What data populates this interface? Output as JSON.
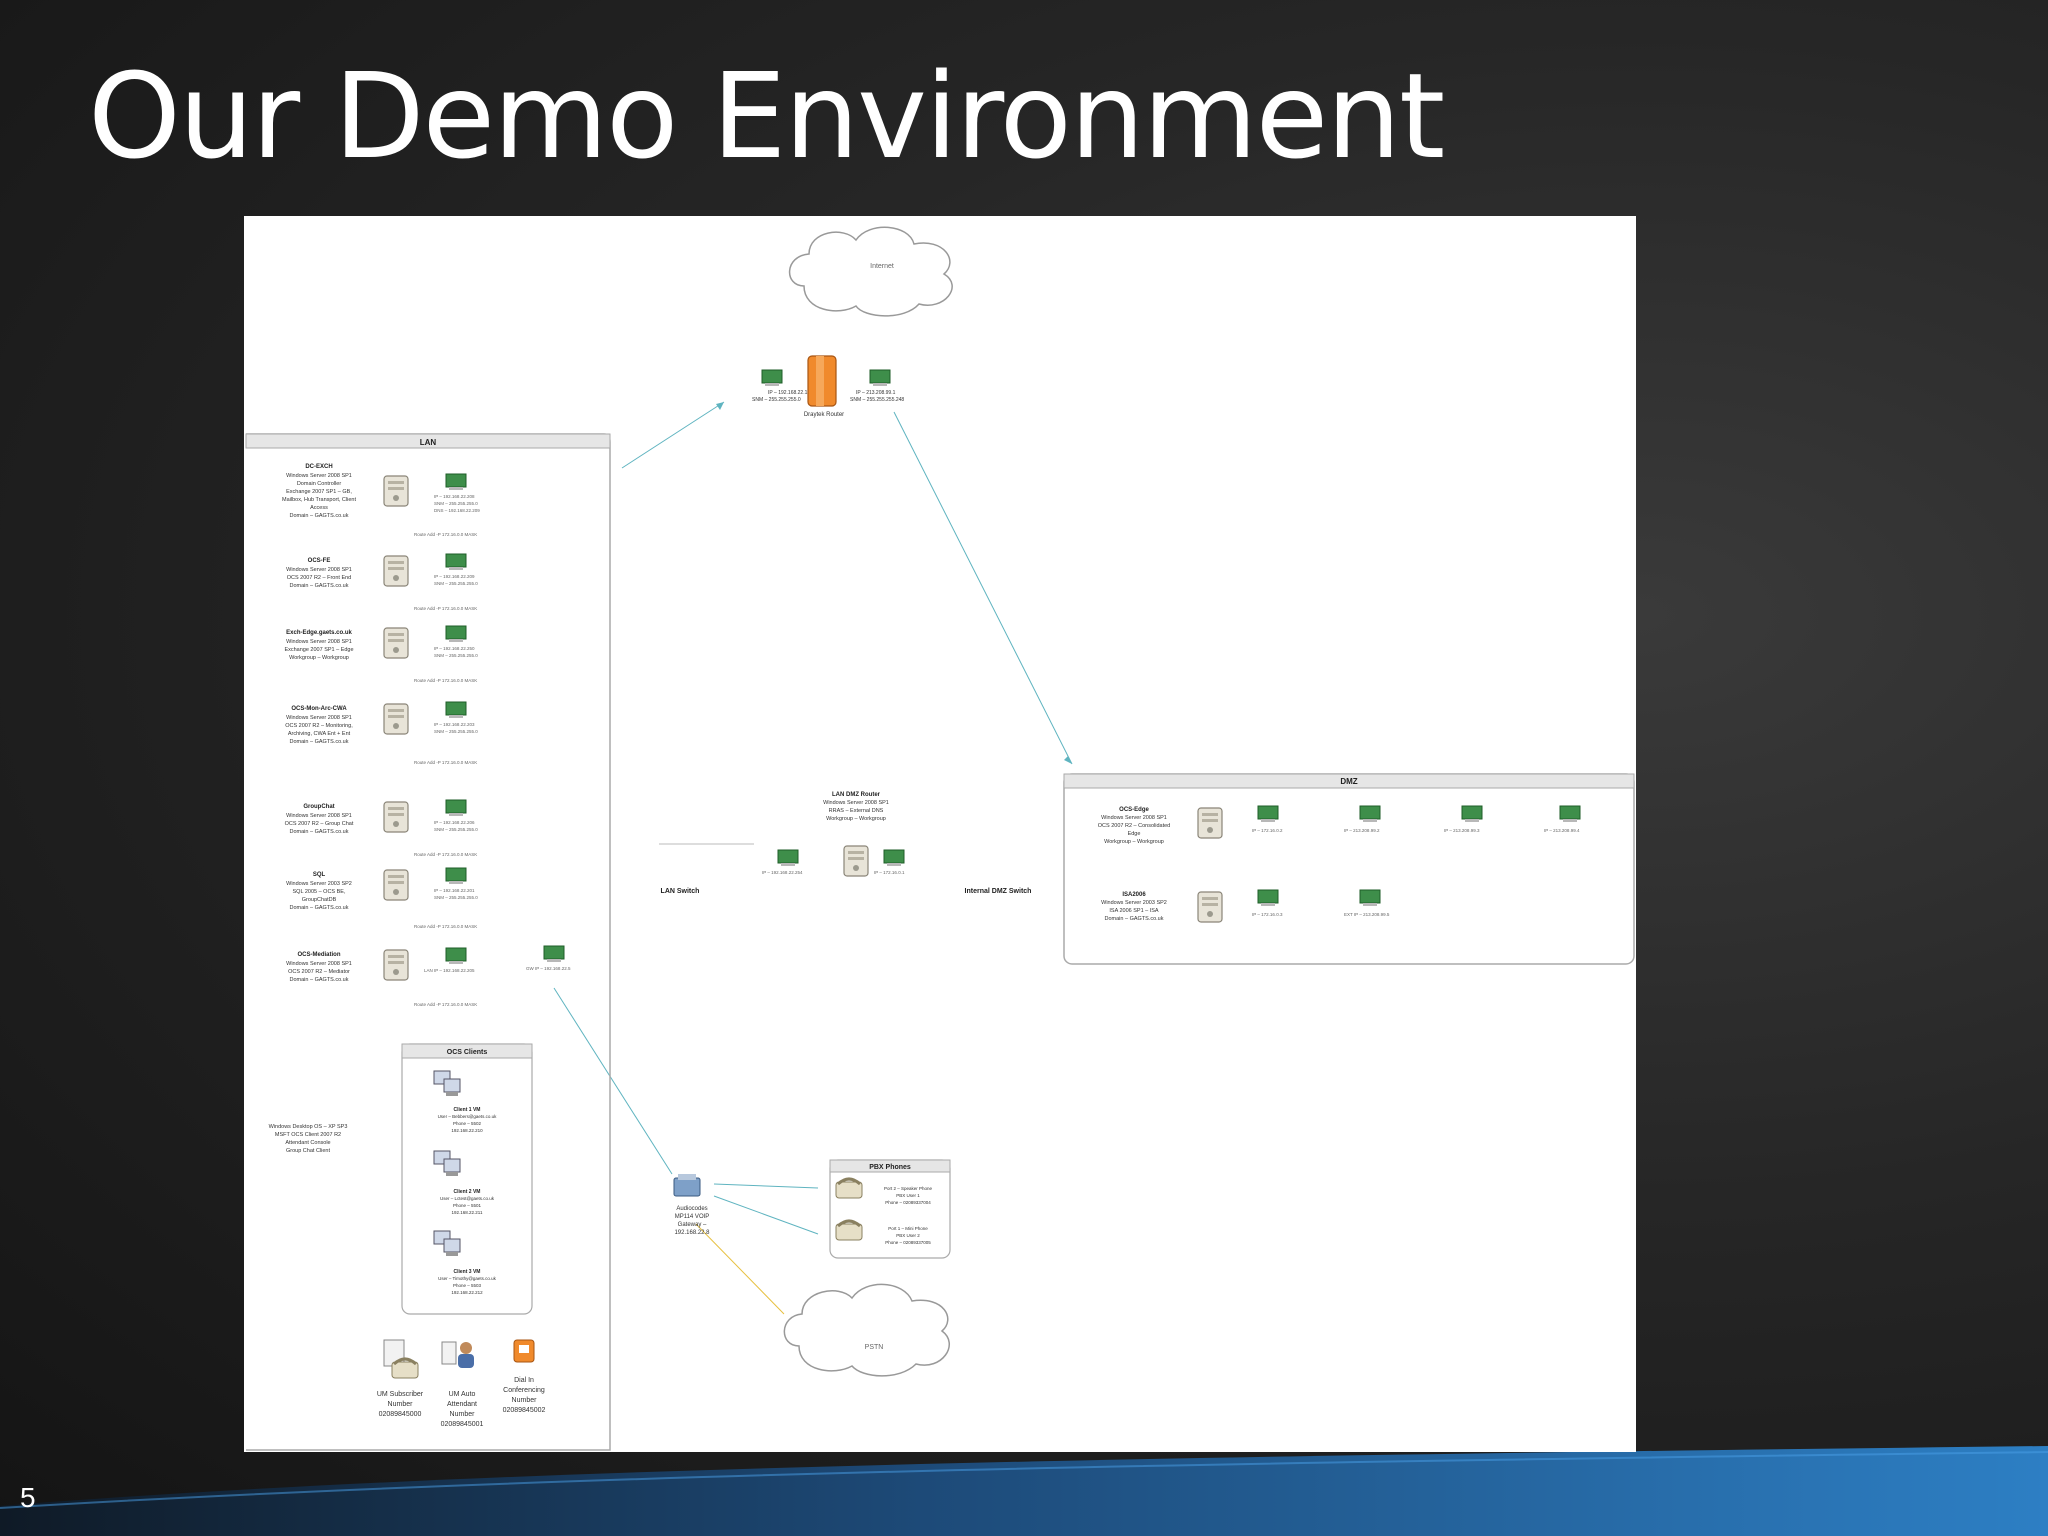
{
  "slide": {
    "title": "Our Demo Environment",
    "page_number": "5"
  },
  "diagram": {
    "internet_cloud": "Internet",
    "pstn_cloud": "PSTN",
    "router": "Draytek Router",
    "lan_title": "LAN",
    "dmz_title": "DMZ",
    "lan_switch": "LAN Switch",
    "dmz_switch": "Internal DMZ Switch",
    "lan_dmz_router": [
      "LAN DMZ Router",
      "Windows Server 2008 SP1",
      "RRAS – External DNS",
      "Workgroup – Workgroup"
    ],
    "lan_servers": [
      {
        "name": "DC-EXCH",
        "desc": [
          "Windows Server 2008 SP1",
          "Domain Controller",
          "Exchange 2007 SP1 – GB,",
          "Mailbox, Hub Transport, Client",
          "Access",
          "Domain – GAGTS.co.uk"
        ]
      },
      {
        "name": "OCS-FE",
        "desc": [
          "Windows Server 2008 SP1",
          "OCS 2007 R2 – Front End",
          "Domain – GAGTS.co.uk"
        ]
      },
      {
        "name": "Exch-Edge.gaets.co.uk",
        "desc": [
          "Windows Server 2008 SP1",
          "Exchange 2007 SP1 – Edge",
          "Workgroup – Workgroup"
        ]
      },
      {
        "name": "OCS-Mon-Arc-CWA",
        "desc": [
          "Windows Server 2008 SP1",
          "OCS 2007 R2 – Monitoring,",
          "Archiving, CWA Ent + Ent",
          "Domain – GAGTS.co.uk"
        ]
      },
      {
        "name": "GroupChat",
        "desc": [
          "Windows Server 2008 SP1",
          "OCS 2007 R2 – Group Chat",
          "Domain – GAGTS.co.uk"
        ]
      },
      {
        "name": "SQL",
        "desc": [
          "Windows Server 2003 SP2",
          "SQL 2005 – OCS BE,",
          "GroupChatDB",
          "Domain – GAGTS.co.uk"
        ]
      },
      {
        "name": "OCS-Mediation",
        "desc": [
          "Windows Server 2008 SP1",
          "OCS 2007 R2 – Mediator",
          "Domain – GAGTS.co.uk"
        ]
      }
    ],
    "ocs_clients_title": "OCS Clients",
    "ocs_clients_desc": [
      "Windows Desktop OS – XP SP3",
      "MSFT OCS Client 2007 R2",
      "Attendant Console",
      "Group Chat Client"
    ],
    "clients": [
      {
        "name": "Client 1 VM",
        "lines": [
          "User – Bebbers@gaets.co.uk",
          "Phone – 5502",
          "192.168.22.210"
        ]
      },
      {
        "name": "Client 2 VM",
        "lines": [
          "User – Lctest@gaets.co.uk",
          "Phone – 5501",
          "192.168.22.211"
        ]
      },
      {
        "name": "Client 3 VM",
        "lines": [
          "User – Timothy@gaets.co.uk",
          "Phone – 5503",
          "192.168.22.212"
        ]
      }
    ],
    "bottom_items": [
      {
        "lines": [
          "UM Subscriber",
          "Number",
          "02089845000"
        ]
      },
      {
        "lines": [
          "UM Auto",
          "Attendant",
          "Number",
          "02089845001"
        ]
      },
      {
        "lines": [
          "Dial In",
          "Conferencing",
          "Number",
          "02089845002"
        ]
      }
    ],
    "gateway": [
      "Audiocodes",
      "MP114 VOIP",
      "Gateway –",
      "192.168.22.8"
    ],
    "pbx_title": "PBX Phones",
    "pbx_phones": [
      {
        "lines": [
          "Port 2 – Speaker Phone",
          "PBX User 1",
          "Phone – 02089337004"
        ]
      },
      {
        "lines": [
          "Port 1 – Mini Phone",
          "PBX User 2",
          "Phone – 02089337005"
        ]
      }
    ],
    "dmz_servers": [
      {
        "name": "OCS-Edge",
        "desc": [
          "Windows Server 2008 SP1",
          "OCS 2007 R2 – Consolidated",
          "Edge",
          "Workgroup – Workgroup"
        ]
      },
      {
        "name": "ISA2006",
        "desc": [
          "Windows Server 2003 SP2",
          "ISA 2006 SP1 – ISA",
          "Domain – GAGTS.co.uk"
        ]
      }
    ]
  }
}
